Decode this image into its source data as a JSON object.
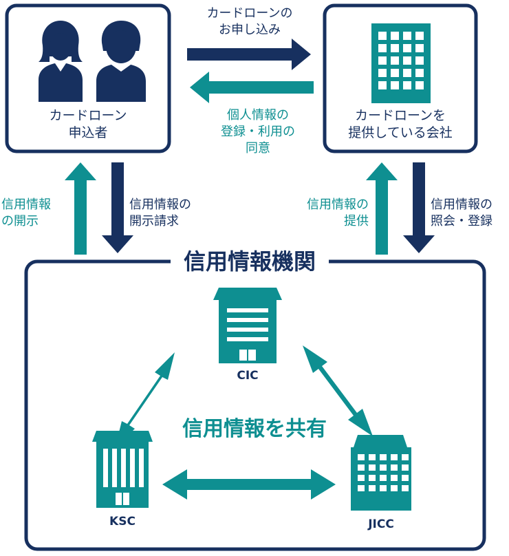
{
  "applicant": {
    "line1": "カードローン",
    "line2": "申込者"
  },
  "company": {
    "line1": "カードローンを",
    "line2": "提供している会社"
  },
  "top_arrow_label": {
    "line1": "カードローンの",
    "line2": "お申し込み"
  },
  "consent_label": {
    "line1": "個人情報の",
    "line2": "登録・利用の",
    "line3": "同意"
  },
  "left_up_label": {
    "line1": "信用情報",
    "line2": "の開示"
  },
  "left_down_label": {
    "line1": "信用情報の",
    "line2": "開示請求"
  },
  "right_up_label": {
    "line1": "信用情報の",
    "line2": "提供"
  },
  "right_down_label": {
    "line1": "信用情報の",
    "line2": "照会・登録"
  },
  "agency_title": "信用情報機関",
  "share_label": "信用情報を共有",
  "orgs": {
    "cic": "CIC",
    "ksc": "KSC",
    "jicc": "JICC"
  },
  "colors": {
    "navy": "#17305f",
    "teal": "#0e8f91"
  }
}
